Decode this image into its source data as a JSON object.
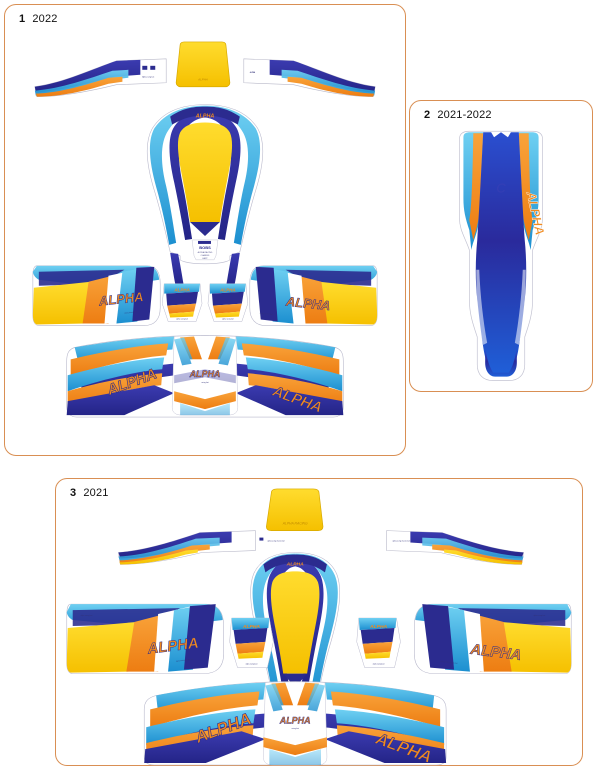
{
  "page": {
    "background": "#ffffff",
    "panel_border_color": "#d98f53"
  },
  "panels": [
    {
      "id": "panel-1",
      "number": "1",
      "year": "2022",
      "description": "Full kart graphics kit 2022",
      "parts": [
        {
          "name": "front-spoiler-left-wing",
          "brand": "ALPHA"
        },
        {
          "name": "front-number-plate",
          "brand": ""
        },
        {
          "name": "front-spoiler-right-wing",
          "brand": "ALPHA"
        },
        {
          "name": "nassau-panel",
          "brand": "ALPHA"
        },
        {
          "name": "side-pod-left",
          "brand": "ALPHA"
        },
        {
          "name": "floor-tray-sticker-left",
          "brand": "ALPHA"
        },
        {
          "name": "floor-tray-sticker-right",
          "brand": "ALPHA"
        },
        {
          "name": "side-pod-right",
          "brand": "ALPHA"
        },
        {
          "name": "front-bumper-fairing",
          "brand": "ALPHA"
        }
      ]
    },
    {
      "id": "panel-2",
      "number": "2",
      "year": "2021-2022",
      "description": "Seat graphic 2021-2022",
      "parts": [
        {
          "name": "seat-graphic",
          "brand": "ALPHA"
        }
      ]
    },
    {
      "id": "panel-3",
      "number": "3",
      "year": "2021",
      "description": "Full kart graphics kit 2021",
      "parts": [
        {
          "name": "front-spoiler-left-wing",
          "brand": "ALPHA"
        },
        {
          "name": "front-number-plate",
          "brand": ""
        },
        {
          "name": "front-spoiler-right-wing",
          "brand": "ALPHA"
        },
        {
          "name": "nassau-panel",
          "brand": "ALPHA"
        },
        {
          "name": "side-pod-left",
          "brand": "ALPHA"
        },
        {
          "name": "floor-tray-sticker-left",
          "brand": "ALPHA"
        },
        {
          "name": "floor-tray-sticker-right",
          "brand": "ALPHA"
        },
        {
          "name": "side-pod-right",
          "brand": "ALPHA"
        },
        {
          "name": "front-bumper-fairing",
          "brand": "ALPHA"
        }
      ]
    }
  ],
  "brand": {
    "name": "ALPHA",
    "subtext": "RACING"
  },
  "colors": {
    "cyan": "#2aa6de",
    "light_blue": "#4fc3ef",
    "navy": "#2b2b8f",
    "deep_blue": "#1f2f9e",
    "yellow": "#ffd100",
    "orange": "#f08a1e",
    "white": "#ffffff",
    "border": "#d98f53"
  }
}
